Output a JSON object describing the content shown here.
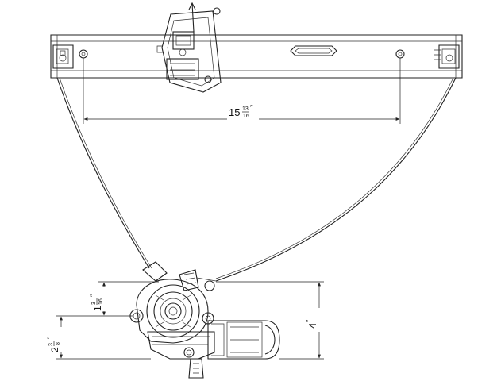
{
  "dimensions": {
    "rail_span": {
      "whole": "15",
      "num": "13",
      "den": "16",
      "unit": "″"
    },
    "motor_offset": {
      "whole": "1",
      "num": "3",
      "den": "16",
      "unit": "″"
    },
    "motor_mount_height": {
      "whole": "2",
      "num": "3",
      "den": "8",
      "unit": "″"
    },
    "overall_height": {
      "value": "4",
      "unit": "″"
    }
  },
  "colors": {
    "line": "#222222",
    "background": "#ffffff"
  }
}
